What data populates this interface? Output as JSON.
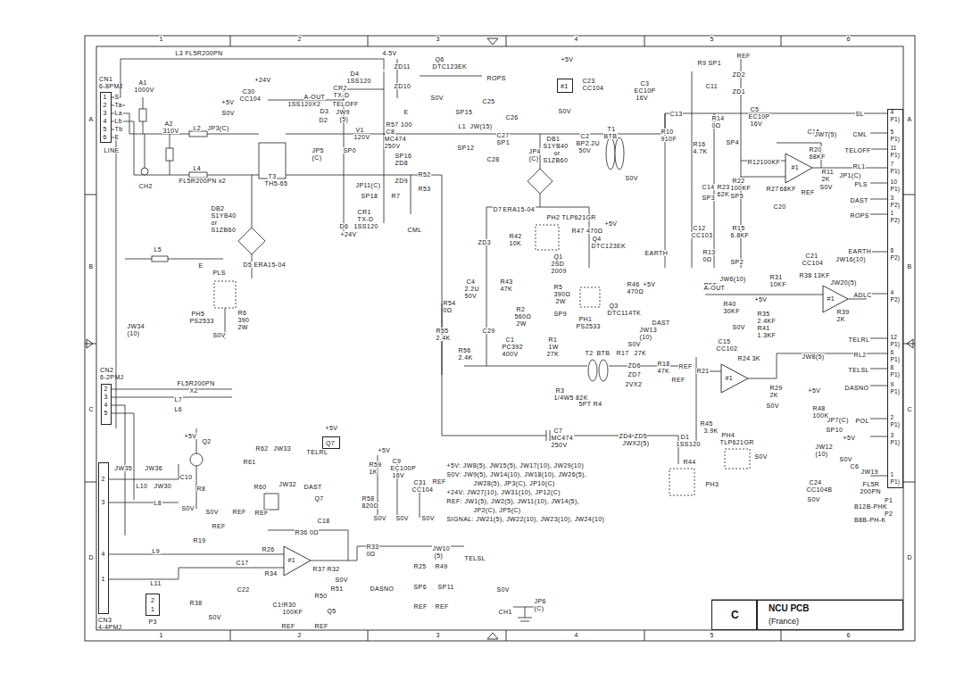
{
  "diagram": {
    "nodes": [
      {
        "text": [
          "C"
        ]
      },
      {
        "text": [
          "NCU PCB",
          "(France)"
        ]
      },
      {
        "text": [
          "CN1",
          "6-8PMJ"
        ]
      },
      {
        "text": [
          "CN2",
          "6-2PMJ"
        ]
      },
      {
        "text": [
          "CN3",
          "4-4PMJ"
        ]
      },
      {
        "text": [
          "P1",
          "B12B-PHK",
          "P2",
          "B8B-PH-K"
        ]
      },
      {
        "text": [
          "2",
          "1"
        ]
      },
      {
        "text": [
          "#1"
        ]
      },
      {
        "text": [
          "Q7"
        ]
      }
    ],
    "labels": [
      "1",
      "2",
      "3",
      "4",
      "5",
      "6",
      "1",
      "2",
      "3",
      "4",
      "5",
      "6",
      "A",
      "B",
      "C",
      "D",
      "A",
      "B",
      "C",
      "D",
      "1",
      "2",
      "3",
      "4",
      "5",
      "6",
      "S",
      "Ta",
      "La",
      "Lb",
      "Tb",
      "E",
      "LINE",
      "A1",
      "1000V",
      "L3 FL5R200PN",
      "A2",
      "310V",
      "L2",
      "JP3(C)",
      "CH2",
      "L4",
      "FL5R200PN x2",
      "+24V",
      "C30",
      "CC104",
      "+5V",
      "S0V",
      "A-OUT",
      "T3",
      "TH5-65",
      "D4",
      "1SS120",
      "CR2",
      "TX-D",
      "1SS120X2",
      "D3",
      "TELOFF",
      "JW9",
      "(5)",
      "D2",
      "4.5V",
      "ZD11",
      "ZD10",
      "Q6",
      "DTC123EK",
      "ROPS",
      "S0V",
      "E",
      "V1",
      "120V",
      "R57 100",
      "C8",
      "MC474",
      "250V",
      "SP0",
      "SP16",
      "ZD8",
      "ZD9",
      "JP5",
      "(C)",
      "JP11(C)",
      "SP18",
      "R7",
      "R52",
      "R53",
      "CR1",
      "TX-D",
      "D6",
      "1SS120",
      "CML",
      "+24V",
      "DB2",
      "S1YB40",
      "or",
      "S1ZB60",
      "L5",
      "E",
      "D5",
      "ERA15-04",
      "PLS",
      "PH5",
      "PS2533",
      "R6",
      "390",
      "2W",
      "S0V",
      "JW34",
      "(10)",
      "SP15",
      "C25",
      "C26",
      "L1",
      "JW(15)",
      "C27",
      "SP1",
      "C28",
      "SP12",
      "DB1",
      "S1YB40",
      "or",
      "S1ZB60",
      "C2",
      "BP2.2U",
      "50V",
      "JP4",
      "(C)",
      "+5V",
      "C23",
      "CC104",
      "S0V",
      "C3",
      "EC10P",
      "16V",
      "T1",
      "BTB",
      "S0V",
      "R9",
      "SP1",
      "REF",
      "ZD2",
      "ZD1",
      "C11",
      "C13",
      "R10",
      "910F",
      "R14",
      "0Ω",
      "R16",
      "4.7K",
      "SP4",
      "C5",
      "EC10P",
      "16V",
      "C16",
      "R12",
      "100KF",
      "#1",
      "R20",
      "68KF",
      "R11",
      "2K",
      "S0V",
      "C14",
      "R23",
      "62K",
      "SP3",
      "R22",
      "100KF",
      "SP5",
      "R27",
      "68KF",
      "REF",
      "C20",
      "C12",
      "CC103",
      "R15",
      "6.8KF",
      "R13",
      "0Ω",
      "SP2",
      "REF",
      "SL",
      "JW7(5)",
      "CML",
      "TELOFF",
      "RL1",
      "JP1(C)",
      "PLS",
      "DAST",
      "ROPS",
      "EARTH",
      "JW16(10)",
      "JW20(5)",
      "ADLC",
      "TELRL",
      "RL2",
      "JW8(5)",
      "TELSL",
      "DASNO",
      "POL",
      "JP7(C)",
      "+5V",
      "JW12",
      "(10)",
      "S0V",
      "C6",
      "JW19",
      "C24",
      "CC104B",
      "S0V",
      "FL5R",
      "200PN",
      "4",
      "P1)",
      "5",
      "P1)",
      "11",
      "P1)",
      "7",
      "P1)",
      "10",
      "P1)",
      "3",
      "P2)",
      "1",
      "P2)",
      "8",
      "P2)",
      "4",
      "P2)",
      "12",
      "P1)",
      "6",
      "P1)",
      "8",
      "P1)",
      "9",
      "P1)",
      "2",
      "P1)",
      "3",
      "P1)",
      "1",
      "P1)",
      "D7",
      "ERA15-04",
      "PH2 TLP621GR",
      "+5V",
      "R47 470Ω",
      "Q4",
      "DTC123EK",
      "EARTH",
      "ZD3",
      "R42",
      "10K",
      "Q1",
      "2SD",
      "2009",
      "C4",
      "2.2U",
      "50V",
      "R43",
      "47K",
      "R5",
      "390Ω",
      "2W",
      "R46",
      "470Ω",
      "+5V",
      "R2",
      "560Ω",
      "2W",
      "SP9",
      "PH1",
      "PS2533",
      "Q3",
      "DTC114TK",
      "DAST",
      "JW13",
      "(10)",
      "S0V",
      "R54",
      "0Ω",
      "R55",
      "2.4K",
      "C29",
      "R56",
      "2.4K",
      "C1",
      "PC392",
      "400V",
      "R1",
      "1W",
      "27K",
      "T2",
      "BTB",
      "R17",
      "27K",
      "ZD6",
      "ZD7",
      "2VX2",
      "R18",
      "47K",
      "REF",
      "R3",
      "1/4W5 82K",
      "5PT R4",
      "C7",
      "MC474",
      "250V",
      "ZD4",
      "ZD5",
      "JWX2(5)",
      "A-OUT",
      "JW6(10)",
      "R31",
      "10KF",
      "C21",
      "CC104",
      "R38",
      "13KF",
      "#1",
      "R40",
      "30KF",
      "S0V",
      "+5V",
      "R35",
      "2.4KF",
      "R41",
      "1.3KF",
      "R39",
      "2K",
      "C15",
      "CC102",
      "R24",
      "3K",
      "R21",
      "REF",
      "#1",
      "R29",
      "2K",
      "S0V",
      "+5V",
      "R48",
      "100K",
      "SP10",
      "R45",
      "3.9K",
      "PH4",
      "TLP621GR",
      "D1",
      "1SS120",
      "S0V",
      "R44",
      "PH3",
      "+5V: JW8(5), JW15(5), JW17(10), JW29(10)",
      "S0V: JW9(5), JW14(10), JW18(10), JW26(5),",
      "JW28(5), JP3(C), JP10(C)",
      "+24V: JW27(10), JW31(10), JP12(C)",
      "REF: JW1(5), JW2(5), JW11(10), JW14(5),",
      "JP2(C), JP5(C)",
      "SIGNAL: JW21(5), JW22(10), JW23(10), JW24(10)",
      "+5V",
      "R59",
      "1K",
      "C9",
      "EC100P",
      "16V",
      "REF",
      "C31",
      "CC104",
      "R58",
      "820Ω",
      "S0V",
      "S0V",
      "S0V",
      "+5V",
      "Q2",
      "R62",
      "JW33",
      "TELRL",
      "R61",
      "R60",
      "C10",
      "R8",
      "JW35",
      "JW36",
      "L10",
      "JW30",
      "L8",
      "S0V",
      "S0V",
      "REF",
      "REF",
      "+5V",
      "Q7",
      "JW32",
      "DAST",
      "C18",
      "R36 0Ω",
      "REF",
      "R19",
      "R26",
      "L9",
      "C17",
      "#1",
      "R37",
      "R32",
      "S0V",
      "R34",
      "L11",
      "C22",
      "C19",
      "R30",
      "100KF",
      "REF",
      "R38",
      "S0V",
      "R50",
      "R51",
      "DASNO",
      "Q5",
      "REF",
      "P3",
      "R33",
      "0Ω",
      "JW10",
      "(5)",
      "TELSL",
      "R25",
      "R49",
      "SP6",
      "SP11",
      "REF",
      "REF",
      "S0V",
      "JP6",
      "(C)",
      "CH1",
      "FL5R200PN",
      "X2",
      "L7",
      "L6",
      "2",
      "3",
      "4",
      "5",
      "2",
      "3",
      "4",
      "1"
    ]
  }
}
